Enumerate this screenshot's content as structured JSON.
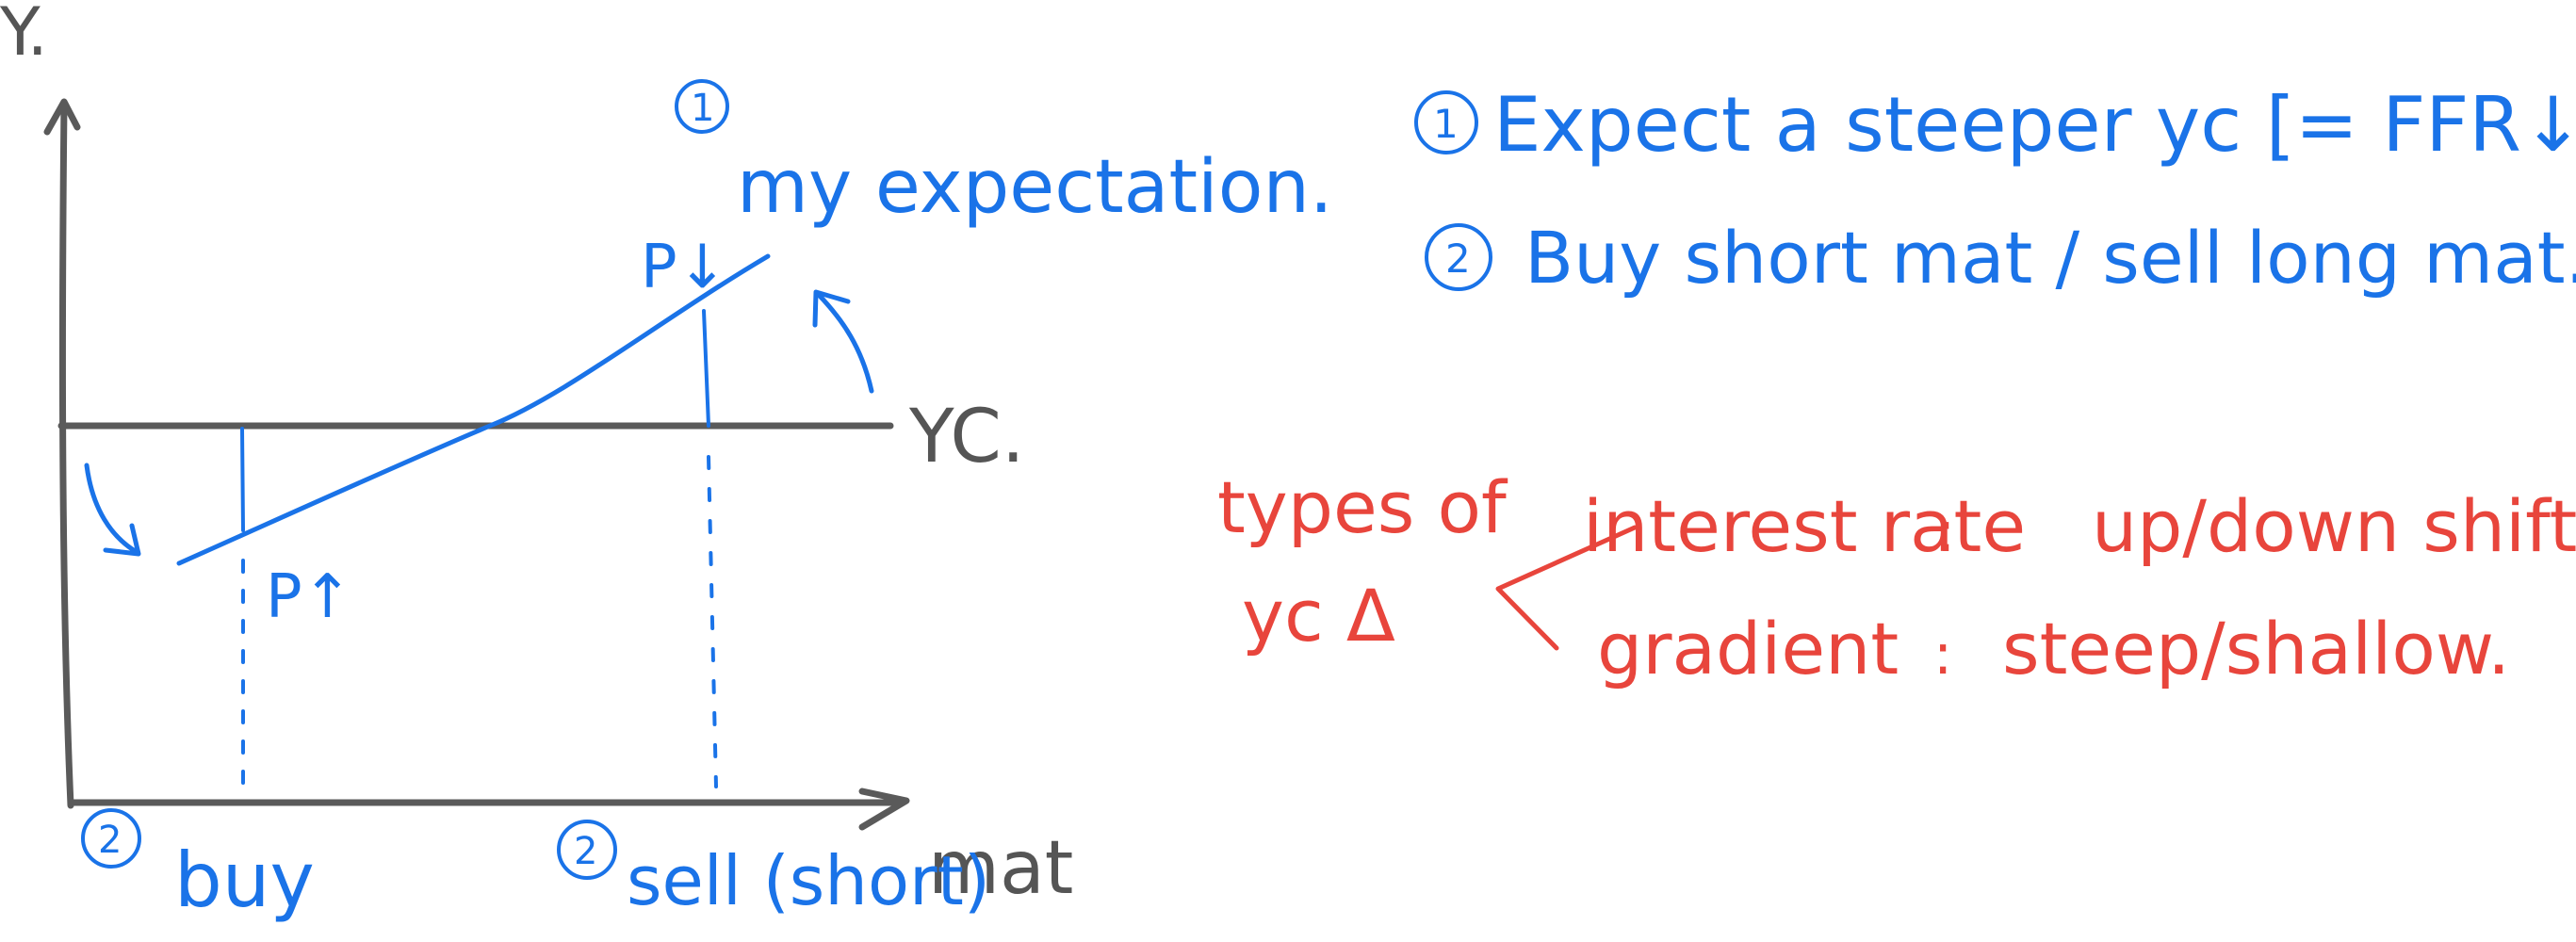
{
  "axes": {
    "y_label": "Y.",
    "x_label": "mat",
    "curve_label": "YC."
  },
  "diagram": {
    "marker_1": "1",
    "expectation_label": "my expectation.",
    "price_down_label": "P↓",
    "price_up_label": "P↑",
    "buy_marker": "2",
    "buy_label": "buy",
    "sell_marker": "2",
    "sell_label": "sell (short)"
  },
  "notes": {
    "line1_marker": "1",
    "line1_text": "Expect a steeper yc [= FFR↓]",
    "line2_marker": "2",
    "line2_text": "Buy short mat / sell long mat."
  },
  "types": {
    "title_line1": "types of",
    "title_line2": "yc Δ",
    "row1_name": "interest rate",
    "row1_sep": ":",
    "row1_value": "up/down shift",
    "row2_name": "gradient",
    "row2_sep": ":",
    "row2_value": "steep/shallow."
  },
  "colors": {
    "ink_gray": "#5a5a5a",
    "ink_blue": "#1a73e8",
    "ink_red": "#e8453c"
  }
}
